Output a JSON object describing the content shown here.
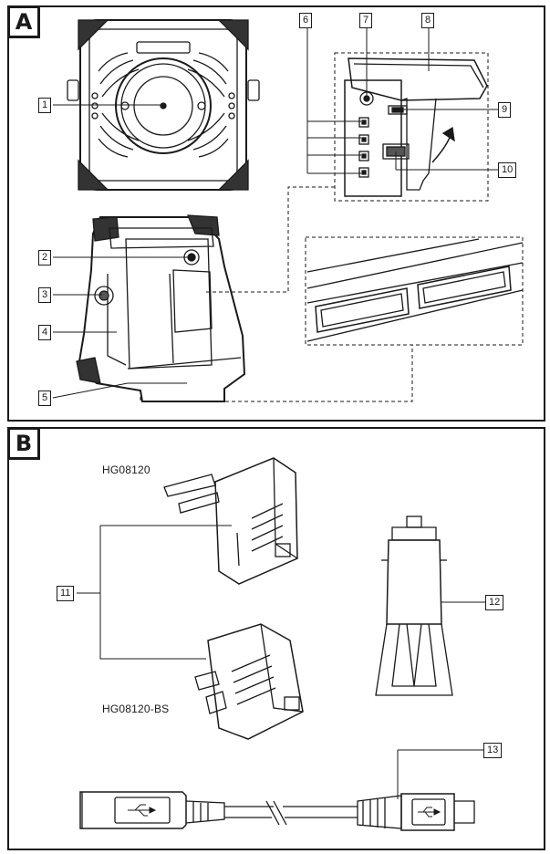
{
  "panels": {
    "a": {
      "letter": "A"
    },
    "b": {
      "letter": "B"
    }
  },
  "callouts": {
    "c1": "1",
    "c2": "2",
    "c3": "3",
    "c4": "4",
    "c5": "5",
    "c6": "6",
    "c7": "7",
    "c8": "8",
    "c9": "9",
    "c10": "10",
    "c11": "11",
    "c12": "12",
    "c13": "13"
  },
  "models": {
    "euro_adapter": "HG08120",
    "uk_adapter": "HG08120-BS"
  },
  "icons": [
    "usb-icon"
  ]
}
